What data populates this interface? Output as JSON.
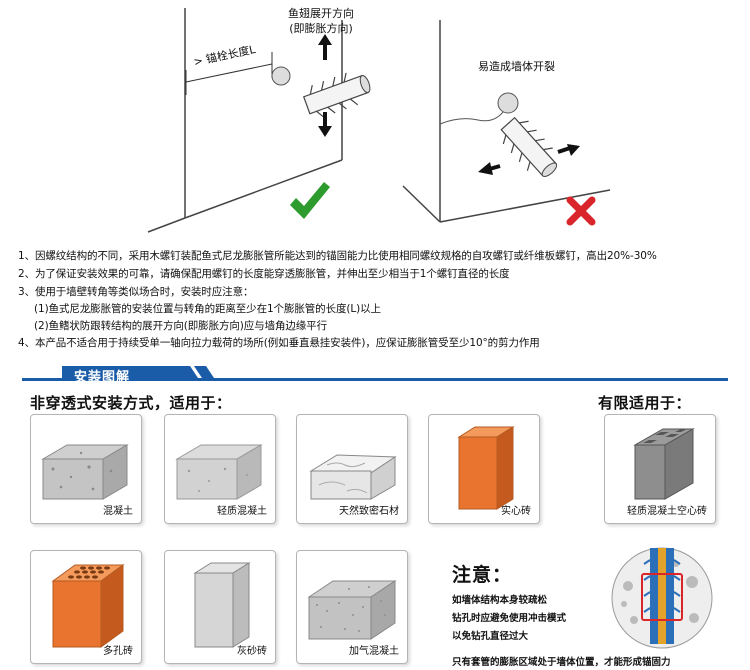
{
  "diagram_left": {
    "direction_label_line1": "鱼翅展开方向",
    "direction_label_line2": "(即膨胀方向)",
    "length_label": "> 锚栓长度L"
  },
  "diagram_right": {
    "crack_label": "易造成墙体开裂"
  },
  "notes": [
    "1、因螺纹结构的不同，采用木螺钉装配鱼式尼龙膨胀管所能达到的锚固能力比使用相同螺纹规格的自攻螺钉或纤维板螺钉，高出20%-30%",
    "2、为了保证安装效果的可靠，请确保配用螺钉的长度能穿透膨胀管，并伸出至少相当于1个螺钉直径的长度",
    "3、使用于墙壁转角等类似场合时，安装时应注意：",
    "(1)鱼式尼龙膨胀管的安装位置与转角的距离至少在1个膨胀管的长度(L)以上",
    "(2)鱼鳍状防跟转结构的展开方向(即膨胀方向)应与墙角边缘平行",
    "4、本产品不适合用于持续受单一轴向拉力载荷的场所(例如垂直悬挂安装件)，应保证膨胀管受至少10°的剪力作用"
  ],
  "section": {
    "title": "安装图解",
    "left_heading": "非穿透式安装方式，适用于：",
    "right_heading": "有限适用于："
  },
  "materials": [
    {
      "label": "混凝土"
    },
    {
      "label": "轻质混凝土"
    },
    {
      "label": "天然致密石材"
    },
    {
      "label": "实心砖"
    },
    {
      "label": "轻质混凝土空心砖"
    },
    {
      "label": "多孔砖"
    },
    {
      "label": "灰砂砖"
    },
    {
      "label": "加气混凝土"
    }
  ],
  "warning": {
    "title": "注意：",
    "line1": "如墙体结构本身较疏松",
    "line2": "钻孔时应避免使用冲击模式",
    "line3": "以免钻孔直径过大",
    "line4": "只有套管的膨胀区域处于墙体位置，才能形成锚固力"
  },
  "colors": {
    "check": "#2e9b2e",
    "cross": "#d8262b",
    "section_blue": "#1a5ca8",
    "brick": "#e8742f"
  }
}
